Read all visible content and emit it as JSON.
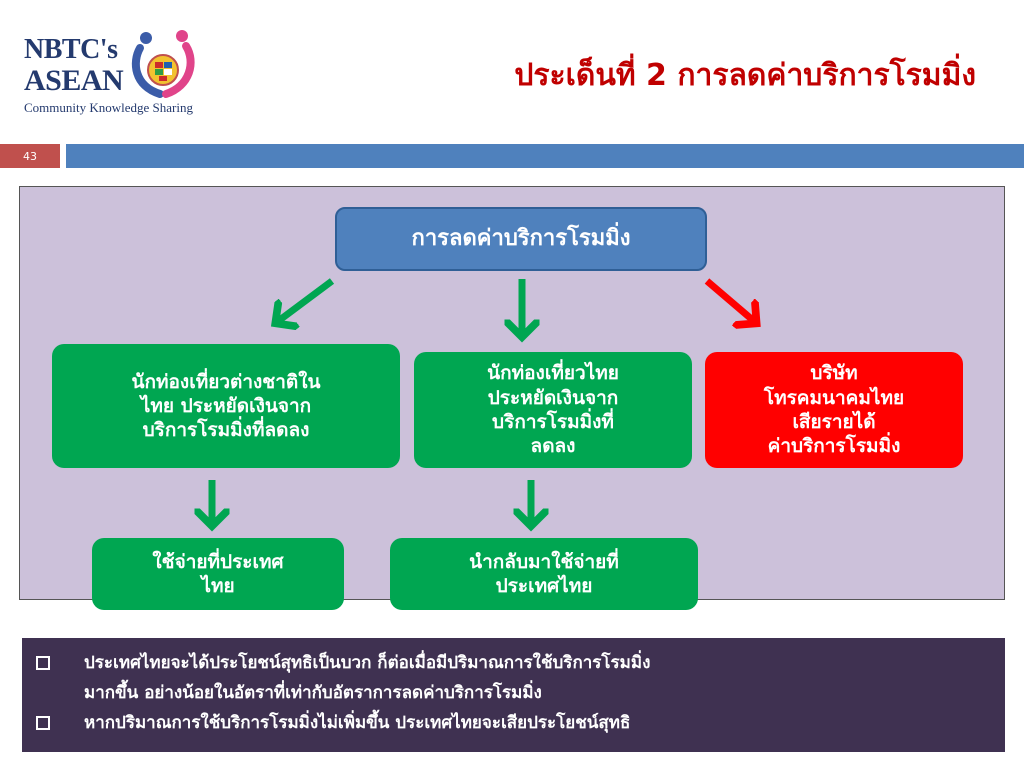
{
  "logo": {
    "line1": "NBTC's",
    "line2": "ASEAN",
    "tagline": "Community Knowledge Sharing"
  },
  "slide": {
    "title": "ประเด็นที่ 2 การลดค่าบริการโรมมิ่ง",
    "number": "43"
  },
  "diagram": {
    "top": "การลดค่าบริการโรมมิ่ง",
    "left": "นักท่องเที่ยวต่างชาติใน\nไทย  ประหยัดเงินจาก\nบริการโรมมิ่งที่ลดลง",
    "middle": "นักท่องเที่ยวไทย\nประหยัดเงินจาก\nบริการโรมมิ่งที่\nลดลง",
    "right": "บริษัท\nโทรคมนาคมไทย\nเสียรายได้\nค่าบริการโรมมิ่ง",
    "left_bottom": "ใช้จ่ายที่ประเทศ\nไทย",
    "middle_bottom": "นำกลับมาใช้จ่ายที่\nประเทศไทย"
  },
  "notes": [
    "ประเทศไทยจะได้ประโยชน์สุทธิเป็นบวก ก็ต่อเมื่อมีปริมาณการใช้บริการโรมมิ่ง\nมากขึ้น  อย่างน้อยในอัตราที่เท่ากับอัตราการลดค่าบริการโรมมิ่ง",
    "หากปริมาณการใช้บริการโรมมิ่งไม่เพิ่มขึ้น  ประเทศไทยจะเสียประโยชน์สุทธิ"
  ],
  "colors": {
    "title": "#c00000",
    "panel": "#ccc1da",
    "top_box": "#4f81bd",
    "green": "#00a651",
    "red": "#ff0000",
    "notes_bg": "#3f3151",
    "slide_number_box": "#c0504d",
    "header_bar": "#4f81bd"
  }
}
